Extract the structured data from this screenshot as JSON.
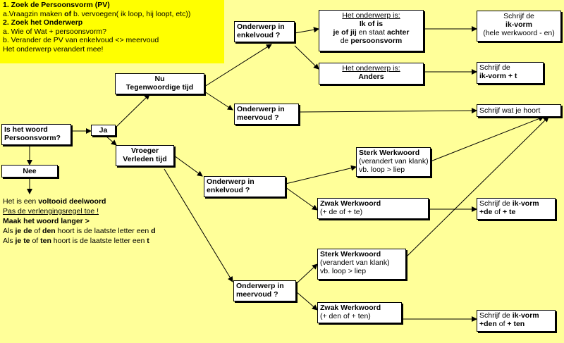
{
  "instructions": {
    "line1": "1. Zoek de Persoonsvorm (PV)",
    "line2_a": "a.Vraagzin maken ",
    "line2_b": "of",
    "line2_c": " b. vervoegen( ik loop, hij loopt, etc))",
    "line3": "2. Zoek het Onderwerp",
    "line4": "a. Wie of Wat + persoonsvorm?",
    "line5": "b. Verander de PV van enkelvoud <> meervoud",
    "line6": "Het onderwerp verandert mee!"
  },
  "start": {
    "question_1": "Is het woord",
    "question_2": "Persoonsvorm?"
  },
  "ja": "Ja",
  "nee": "Nee",
  "nu": {
    "line1": "Nu",
    "line2": "Tegenwoordige tijd"
  },
  "vroeger": {
    "line1": "Vroeger",
    "line2": "Verleden tijd"
  },
  "present_singular": {
    "line1": "Onderwerp in",
    "line2": "enkelvoud ?"
  },
  "present_plural": {
    "line1": "Onderwerp in",
    "line2": "meervoud ?"
  },
  "subject_ik_jij": {
    "title": "Het onderwerp is:",
    "line1": "Ik of is",
    "line2_a": "je of jij",
    "line2_b": " en staat ",
    "line2_c": "achter",
    "line3_a": "de ",
    "line3_b": "persoonsvorm"
  },
  "subject_anders": {
    "title": "Het onderwerp is:",
    "line1": "Anders"
  },
  "result_hele": {
    "line1": "Schrijf de",
    "line2": "ik-vorm",
    "line3": "(hele werkwoord - en)"
  },
  "result_ik_t": {
    "line1": "Schrijf de",
    "line2": "ik-vorm + t"
  },
  "result_hoort": "Schrijf wat je hoort",
  "past_singular": {
    "line1": "Onderwerp in",
    "line2": "enkelvoud ?"
  },
  "past_plural": {
    "line1": "Onderwerp in",
    "line2": "meervoud ?"
  },
  "sterk_1": {
    "title": "Sterk Werkwoord",
    "line1": "(verandert van klank)",
    "line2": "vb. loop > liep"
  },
  "zwak_1": {
    "title": "Zwak Werkwoord",
    "line1": "(+ de of + te)"
  },
  "sterk_2": {
    "title": "Sterk Werkwoord",
    "line1": "(verandert van klank)",
    "line2": "vb. loop > liep"
  },
  "zwak_2": {
    "title": "Zwak Werkwoord",
    "line1": "(+ den of + ten)"
  },
  "result_de_te": {
    "line1_a": "Schrijf de ",
    "line1_b": "ik-vorm",
    "line2_a": "+de",
    "line2_b": " of ",
    "line2_c": "+ te"
  },
  "result_den_ten": {
    "line1_a": "Schrijf de ",
    "line1_b": "ik-vorm",
    "line2_a": "+den",
    "line2_b": " of ",
    "line2_c": "+ ten"
  },
  "note": {
    "line1_a": "Het is een ",
    "line1_b": "voltooid deelwoord",
    "line2": "Pas de verlengingsregel toe !",
    "line3": "Maak het woord langer >",
    "line4_a": "Als ",
    "line4_b": "je de",
    "line4_c": " of ",
    "line4_d": "den",
    "line4_e": " hoort is de laatste letter een ",
    "line4_f": "d",
    "line5_a": "Als ",
    "line5_b": "je te",
    "line5_c": " of ",
    "line5_d": "ten",
    "line5_e": " hoort is de laatste letter een ",
    "line5_f": "t"
  }
}
